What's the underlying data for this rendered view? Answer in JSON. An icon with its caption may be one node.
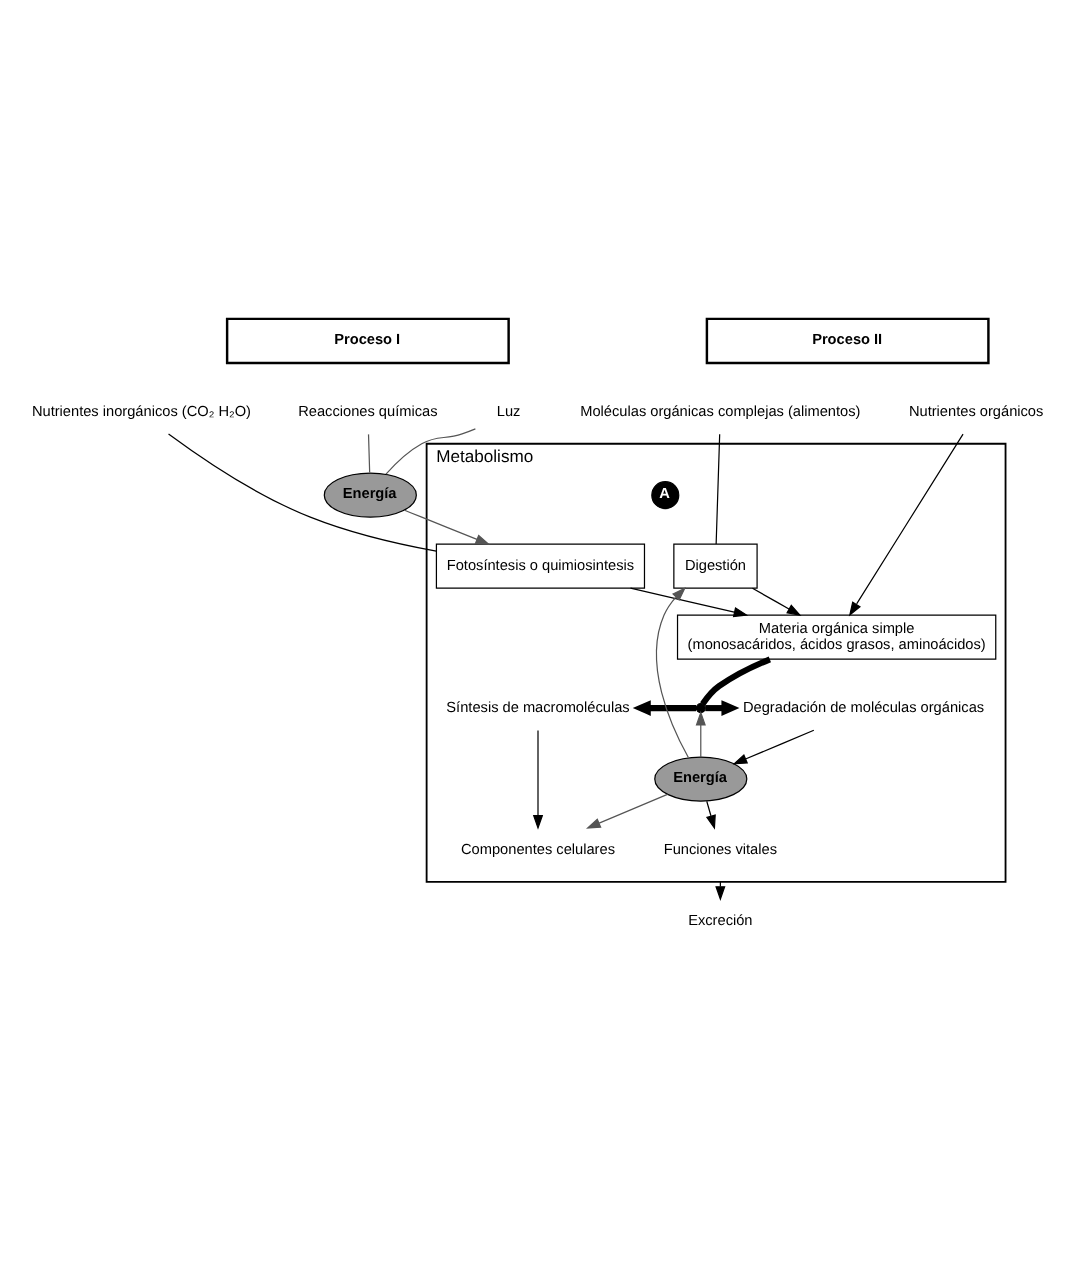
{
  "diagram": {
    "nodes": [
      {
        "text": [
          "Proceso I"
        ]
      },
      {
        "text": [
          "Proceso II"
        ]
      },
      {
        "text": [
          "Reacciones químicas"
        ]
      },
      {
        "text": [
          "Luz"
        ]
      },
      {
        "text": [
          "Energía"
        ]
      },
      {
        "text": [
          "Nutrientes inorgánicos (CO₂ H₂O)"
        ]
      },
      {
        "text": [
          "Nutrientes orgánicos"
        ]
      },
      {
        "text": [
          "Moléculas orgánicas complejas (alimentos)"
        ]
      },
      {
        "text": [
          "Metabolismo"
        ]
      },
      {
        "text": [
          "Fotosíntesis o quimiosintesis"
        ],
        "in": 8
      },
      {
        "text": [
          "Digestión"
        ],
        "in": 8
      },
      {
        "text": [
          "Materia orgánica simple",
          "(monosacáridos, ácidos grasos, aminoácidos)"
        ],
        "in": 8
      },
      {
        "text": [
          "Síntesis de macromoléculas"
        ],
        "in": 8
      },
      {
        "text": [
          "Degradación de moléculas orgánicas"
        ],
        "in": 8
      },
      {
        "text": [
          "Energía"
        ],
        "in": 8
      },
      {
        "text": [
          "Componentes celulares"
        ],
        "in": 8
      },
      {
        "text": [
          "Funciones vitales"
        ],
        "in": 8
      },
      {
        "text": [
          "A"
        ],
        "in": 8
      },
      {
        "text": [
          "Excreción"
        ]
      },
      {
        "text": [],
        "shape": "bar",
        "in": 8
      }
    ],
    "edges": [
      {
        "from": 2,
        "to": 4,
        "arrow": "none",
        "color": "#555555"
      },
      {
        "from": 3,
        "to": 4,
        "arrow": "none",
        "color": "#555555"
      },
      {
        "from": 4,
        "to": 9,
        "arrow": "to",
        "color": "#555555"
      },
      {
        "from": 5,
        "to": 9,
        "arrow": "none"
      },
      {
        "from": 9,
        "to": 11,
        "arrow": "to"
      },
      {
        "from": 6,
        "to": 11,
        "arrow": "to"
      },
      {
        "from": 7,
        "to": 10,
        "arrow": "none"
      },
      {
        "from": 10,
        "to": 11,
        "arrow": "to"
      },
      {
        "from": 11,
        "to": 19,
        "arrow": "none",
        "style": "thick"
      },
      {
        "from": 19,
        "to": 12,
        "arrow": "to",
        "style": "thick"
      },
      {
        "from": 19,
        "to": 13,
        "arrow": "to",
        "style": "thick"
      },
      {
        "from": 13,
        "to": 14,
        "arrow": "to"
      },
      {
        "from": 12,
        "to": 15,
        "arrow": "to"
      },
      {
        "from": 14,
        "to": 15,
        "arrow": "to",
        "color": "#555555"
      },
      {
        "from": 14,
        "to": 19,
        "arrow": "to",
        "color": "#555555"
      },
      {
        "from": 14,
        "to": 10,
        "arrow": "to",
        "color": "#555555"
      },
      {
        "from": 14,
        "to": 16,
        "arrow": "to"
      },
      {
        "from": 8,
        "to": 18,
        "arrow": "to"
      }
    ]
  }
}
